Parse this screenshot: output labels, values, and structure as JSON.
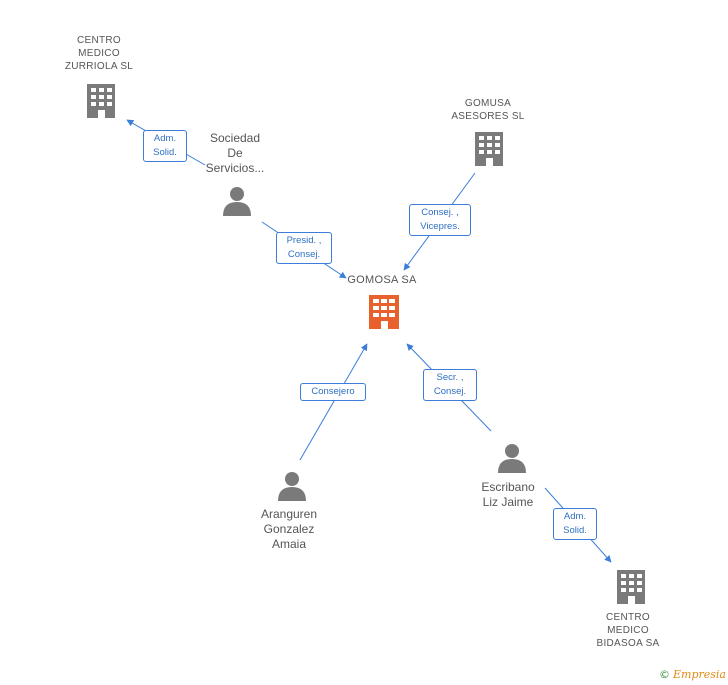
{
  "nodes": {
    "center": {
      "label": "GOMOSA SA",
      "color": "#e8602c"
    },
    "zurriola": {
      "label": "CENTRO\nMEDICO\nZURRIOLA SL"
    },
    "sociedad": {
      "label": "Sociedad\nDe\nServicios..."
    },
    "gomusa": {
      "label": "GOMUSA\nASESORES SL"
    },
    "aranguren": {
      "label": "Aranguren\nGonzalez\nAmaia"
    },
    "escribano": {
      "label": "Escribano\nLiz Jaime"
    },
    "bidasoa": {
      "label": "CENTRO\nMEDICO\nBIDASOA SA"
    }
  },
  "relations": {
    "sociedad_zurriola": "Adm.\nSolid.",
    "sociedad_center": "Presid. ,\nConsej.",
    "gomusa_center": "Consej. ,\nVicepres.",
    "aranguren_center": "Consejero",
    "escribano_center": "Secr. ,\nConsej.",
    "escribano_bidasoa": "Adm.\nSolid."
  },
  "colors": {
    "company": "#7a7a7a",
    "person": "#7a7a7a",
    "edge": "#3b7dd8",
    "center": "#e8602c"
  },
  "footer": {
    "copyright": "©",
    "brand": "Empresia"
  }
}
